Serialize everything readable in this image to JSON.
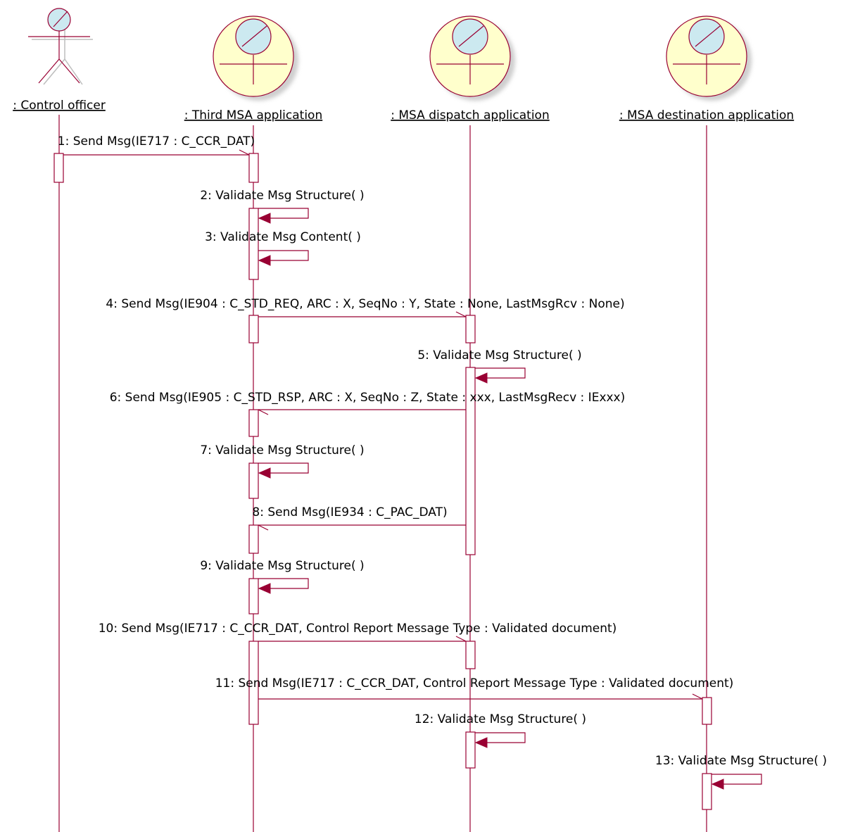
{
  "diagram": {
    "type": "sequence",
    "colors": {
      "line": "#990033",
      "arrowhead": "#990033",
      "activation_fill": "#ffffff",
      "boundary_fill": "#ffffcc",
      "head_fill": "#cce9f0",
      "text": "#000000",
      "background": "#ffffff"
    },
    "participants": [
      {
        "id": "officer",
        "label": ": Control officer",
        "kind": "actor",
        "icon": "stick-figure-actor-icon"
      },
      {
        "id": "third",
        "label": ": Third MSA application",
        "kind": "boundary",
        "icon": "boundary-object-icon"
      },
      {
        "id": "dispatch",
        "label": ": MSA dispatch application",
        "kind": "boundary",
        "icon": "boundary-object-icon"
      },
      {
        "id": "dest",
        "label": ": MSA destination application",
        "kind": "boundary",
        "icon": "boundary-object-icon"
      }
    ],
    "messages": [
      {
        "n": 1,
        "text": "1: Send Msg(IE717 : C_CCR_DAT)",
        "from": "officer",
        "to": "third"
      },
      {
        "n": 2,
        "text": "2: Validate Msg Structure( )",
        "from": "third",
        "to": "third"
      },
      {
        "n": 3,
        "text": "3: Validate Msg Content( )",
        "from": "third",
        "to": "third"
      },
      {
        "n": 4,
        "text": "4: Send Msg(IE904 : C_STD_REQ, ARC : X, SeqNo : Y, State : None, LastMsgRcv : None)",
        "from": "third",
        "to": "dispatch"
      },
      {
        "n": 5,
        "text": "5: Validate Msg Structure( )",
        "from": "dispatch",
        "to": "dispatch"
      },
      {
        "n": 6,
        "text": "6: Send Msg(IE905 : C_STD_RSP, ARC : X, SeqNo : Z, State : xxx, LastMsgRecv : IExxx)",
        "from": "dispatch",
        "to": "third"
      },
      {
        "n": 7,
        "text": "7: Validate Msg Structure( )",
        "from": "third",
        "to": "third"
      },
      {
        "n": 8,
        "text": "8: Send Msg(IE934 : C_PAC_DAT)",
        "from": "dispatch",
        "to": "third"
      },
      {
        "n": 9,
        "text": "9: Validate Msg Structure( )",
        "from": "third",
        "to": "third"
      },
      {
        "n": 10,
        "text": "10: Send Msg(IE717 : C_CCR_DAT, Control Report Message Type : Validated document)",
        "from": "third",
        "to": "dispatch"
      },
      {
        "n": 11,
        "text": "11: Send Msg(IE717 : C_CCR_DAT, Control Report Message Type : Validated document)",
        "from": "third",
        "to": "dest"
      },
      {
        "n": 12,
        "text": "12: Validate Msg Structure( )",
        "from": "dispatch",
        "to": "dispatch"
      },
      {
        "n": 13,
        "text": "13: Validate Msg Structure( )",
        "from": "dest",
        "to": "dest"
      }
    ]
  }
}
